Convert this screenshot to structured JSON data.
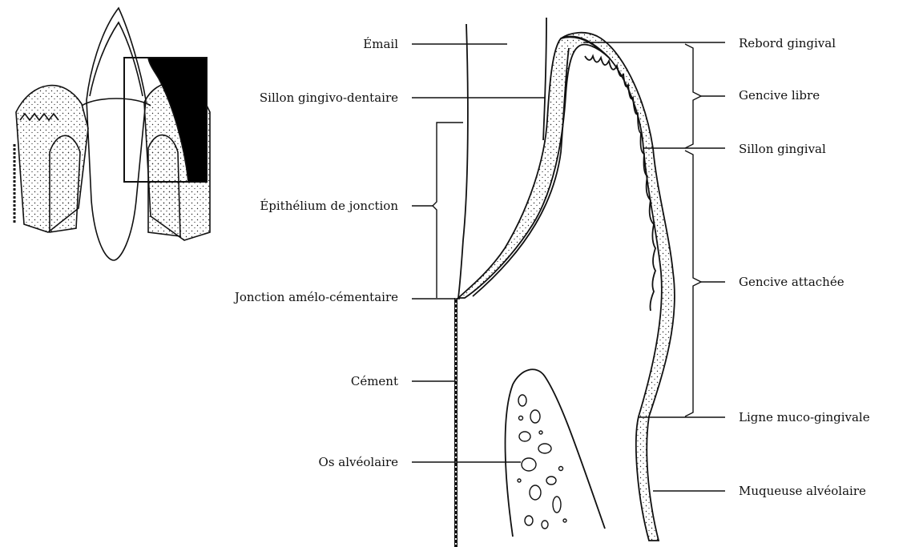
{
  "labels_left": {
    "email": "Émail",
    "sillon_gingivo_dentaire": "Sillon gingivo-dentaire",
    "epithelium_de_jonction": "Épithélium de jonction",
    "jonction_amelo_cementaire": "Jonction amélo-cémentaire",
    "cement": "Cément",
    "os_alveolaire": "Os alvéolaire"
  },
  "labels_right": {
    "rebord_gingival": "Rebord gingival",
    "gencive_libre": "Gencive libre",
    "sillon_gingival": "Sillon gingival",
    "gencive_attachee": "Gencive attachée",
    "ligne_muco_gingivale": "Ligne muco-gingivale",
    "muqueuse_alveolaire": "Muqueuse alvéolaire"
  },
  "colors": {
    "ink": "#111111",
    "paper": "#ffffff"
  }
}
